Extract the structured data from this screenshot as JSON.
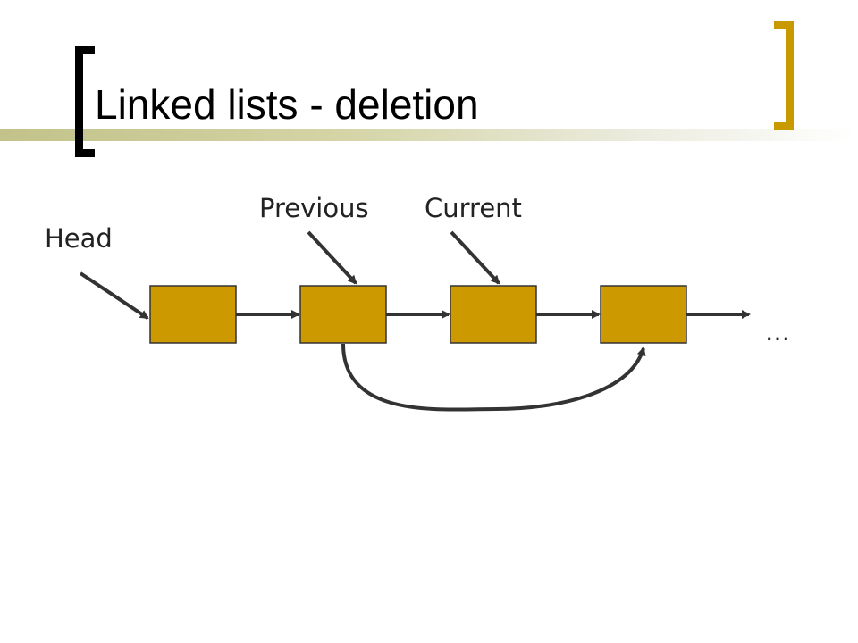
{
  "slide": {
    "title": "Linked lists - deletion"
  },
  "diagram": {
    "labels": {
      "head": "Head",
      "previous": "Previous",
      "current": "Current",
      "continuation": "…"
    },
    "node_count": 4,
    "colors": {
      "node_fill": "#cc9900",
      "node_border": "#333333",
      "arrow": "#333333",
      "right_bracket": "#c99a00",
      "left_bracket": "#000000",
      "title_rule": "#c2c28a"
    }
  }
}
